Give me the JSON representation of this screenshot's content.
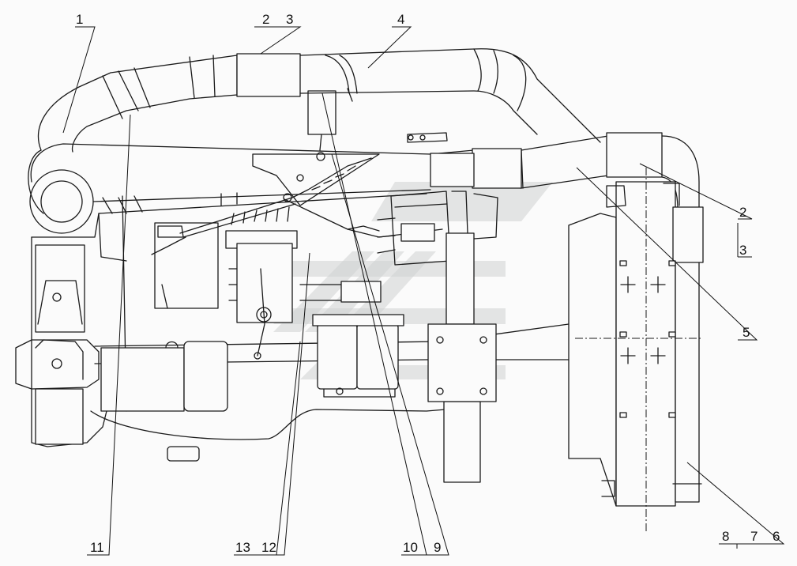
{
  "callouts": [
    {
      "id": "c1",
      "text": "1"
    },
    {
      "id": "c2top",
      "text": "2"
    },
    {
      "id": "c3top",
      "text": "3"
    },
    {
      "id": "c4",
      "text": "4"
    },
    {
      "id": "c2right",
      "text": "2"
    },
    {
      "id": "c3right",
      "text": "3"
    },
    {
      "id": "c5",
      "text": "5"
    },
    {
      "id": "c8",
      "text": "8"
    },
    {
      "id": "c7",
      "text": "7"
    },
    {
      "id": "c6",
      "text": "6"
    },
    {
      "id": "c10",
      "text": "10"
    },
    {
      "id": "c9",
      "text": "9"
    },
    {
      "id": "c13",
      "text": "13"
    },
    {
      "id": "c12",
      "text": "12"
    },
    {
      "id": "c11",
      "text": "11"
    }
  ],
  "colors": {
    "line": "#1a1a1a",
    "background": "#fbfbfb",
    "watermark": "#cfd2d2"
  }
}
